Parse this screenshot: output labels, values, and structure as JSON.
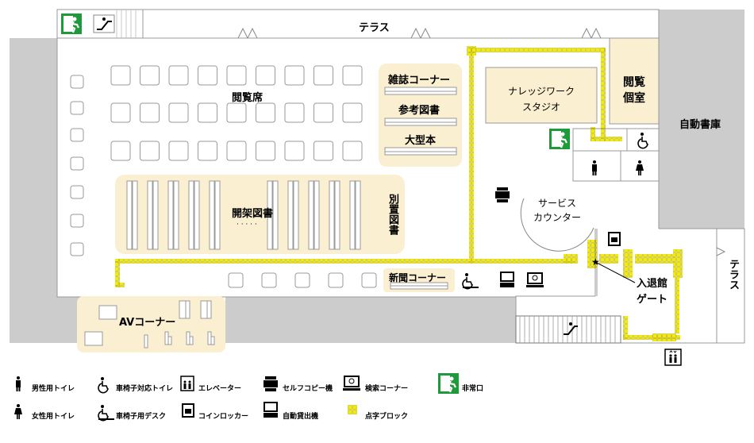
{
  "map": {
    "terrace_top": "テラス",
    "terrace_right": "テラス",
    "reading_seats": "閲覧席",
    "magazine_corner": "雑誌コーナー",
    "reference_books": "参考図書",
    "large_books": "大型本",
    "open_stacks": "開架図書",
    "open_stacks_dots": "· · · · ·",
    "separate_stacks": "別置図書",
    "knowledge_work_studio": "ナレッジワーク\nスタジオ",
    "reading_room": "閲覧\n個室",
    "auto_storage": "自動書庫",
    "service_counter": "サービス\nカウンター",
    "newspaper_corner": "新聞コーナー",
    "av_corner": "AVコーナー",
    "entry_gate": "入退館\nゲート"
  },
  "legend": [
    {
      "icon": "male-toilet-icon",
      "label": "男性用トイレ"
    },
    {
      "icon": "wheelchair-toilet-icon",
      "label": "車椅子対応トイレ"
    },
    {
      "icon": "elevator-icon",
      "label": "エレベーター"
    },
    {
      "icon": "copier-icon",
      "label": "セルフコピー機"
    },
    {
      "icon": "search-corner-icon",
      "label": "検索コーナー"
    },
    {
      "icon": "emergency-exit-icon",
      "label": "非常口"
    },
    {
      "icon": "female-toilet-icon",
      "label": "女性用トイレ"
    },
    {
      "icon": "wheelchair-desk-icon",
      "label": "車椅子用デスク"
    },
    {
      "icon": "coin-locker-icon",
      "label": "コインロッカー"
    },
    {
      "icon": "auto-lending-icon",
      "label": "自動貸出機"
    },
    {
      "icon": "braille-block-icon",
      "label": "点字ブロック"
    }
  ],
  "colors": {
    "room_fill": "#fbefd2",
    "wall": "#cccccc",
    "braille": "#f4ec00",
    "exit": "#1e9a3a"
  }
}
